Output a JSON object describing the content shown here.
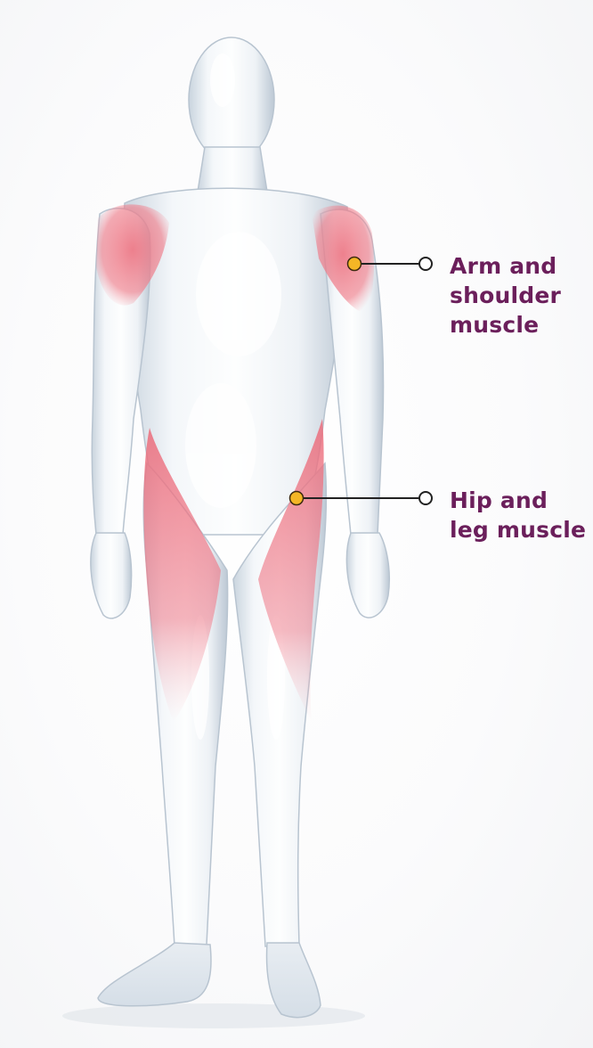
{
  "colors": {
    "label_text": "#6b1f5b",
    "marker_fill": "#f4b626",
    "marker_outline": "#3d2a10",
    "leader_line": "#222222",
    "highlight_muscle": "#ec6b7a",
    "body_glass": "#eef2f6",
    "body_shadow": "#c7d2dd"
  },
  "icons": {
    "figure": "human-body-figure",
    "marker": "filled-dot",
    "end": "hollow-circle"
  },
  "callouts": {
    "arm_shoulder": {
      "lines": [
        "Arm and",
        "shoulder",
        "muscle"
      ]
    },
    "hip_leg": {
      "lines": [
        "Hip and",
        "leg muscle"
      ]
    }
  }
}
